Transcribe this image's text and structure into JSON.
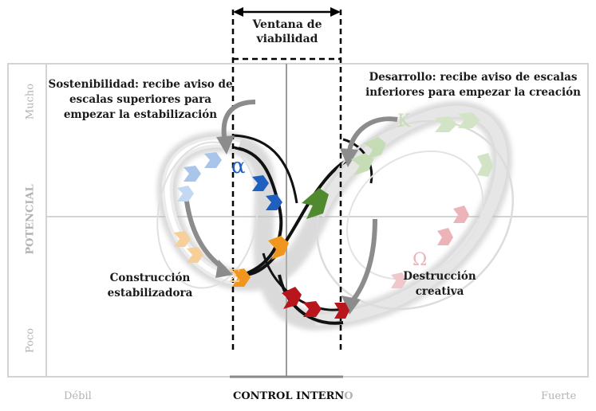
{
  "window_label": "Ventana de viabilidad",
  "window_label_lines": [
    "Ventana de",
    "viabilidad"
  ],
  "annotations": {
    "sustainability": [
      "Sostenibilidad: recibe aviso de",
      "escalas superiores para",
      "empezar la estabilización"
    ],
    "development": [
      "Desarrollo: recibe aviso de escalas",
      "inferiores para empezar la creación"
    ],
    "construction": [
      "Construcción",
      "estabilizadora"
    ],
    "destruction": [
      "Destrucción",
      "creativa"
    ]
  },
  "greek": {
    "alpha": "α",
    "kappa": "K",
    "omega": "Ω",
    "sigma": "Σ"
  },
  "y_axis": {
    "title": "POTENCIAL",
    "high": "Mucho",
    "low": "Poco"
  },
  "x_axis": {
    "title_main": "CONTROL INTERN",
    "title_tail": "O",
    "low": "Débil",
    "high": "Fuerte"
  },
  "colors": {
    "blue": "#1f5fbf",
    "blue_light": "#a9c6ea",
    "green": "#4f8a2f",
    "green_light": "#c5dcb4",
    "orange": "#f0961e",
    "orange_light": "#f6cf9a",
    "red": "#b8161c",
    "red_light": "#ecb4b8",
    "grid": "#d3d3d3",
    "axis_line": "#8a8a8a"
  }
}
